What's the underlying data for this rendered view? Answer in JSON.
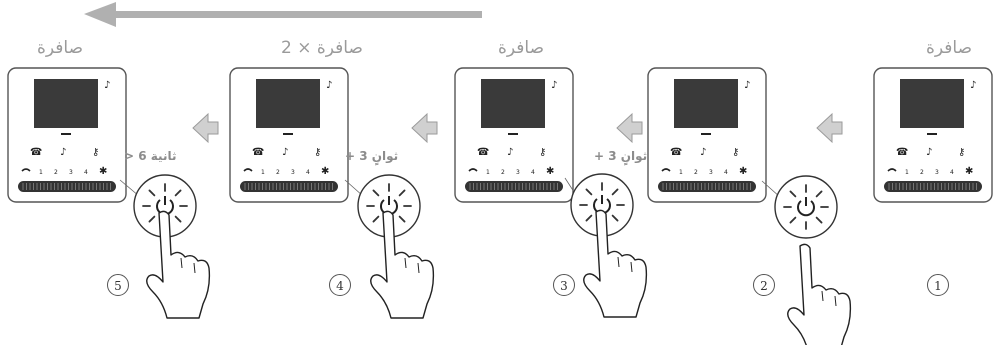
{
  "steps": [
    {
      "number": "1",
      "title": "صافرة",
      "delay": ""
    },
    {
      "number": "2",
      "title": "",
      "delay": ""
    },
    {
      "number": "3",
      "title": "صافرة",
      "delay": "+ 3 ثوانٍ"
    },
    {
      "number": "4",
      "title": "2 × صافرة",
      "delay": "+ 3 ثوانٍ"
    },
    {
      "number": "5",
      "title": "صافرة",
      "delay": "> 6 ثانية"
    }
  ],
  "keypad_labels": [
    "1",
    "2",
    "3",
    "4"
  ],
  "colors": {
    "device_outline": "#555555",
    "screen": "#3a3a3a",
    "arrow": "#c7c7c7",
    "label": "#9a9a9a"
  }
}
